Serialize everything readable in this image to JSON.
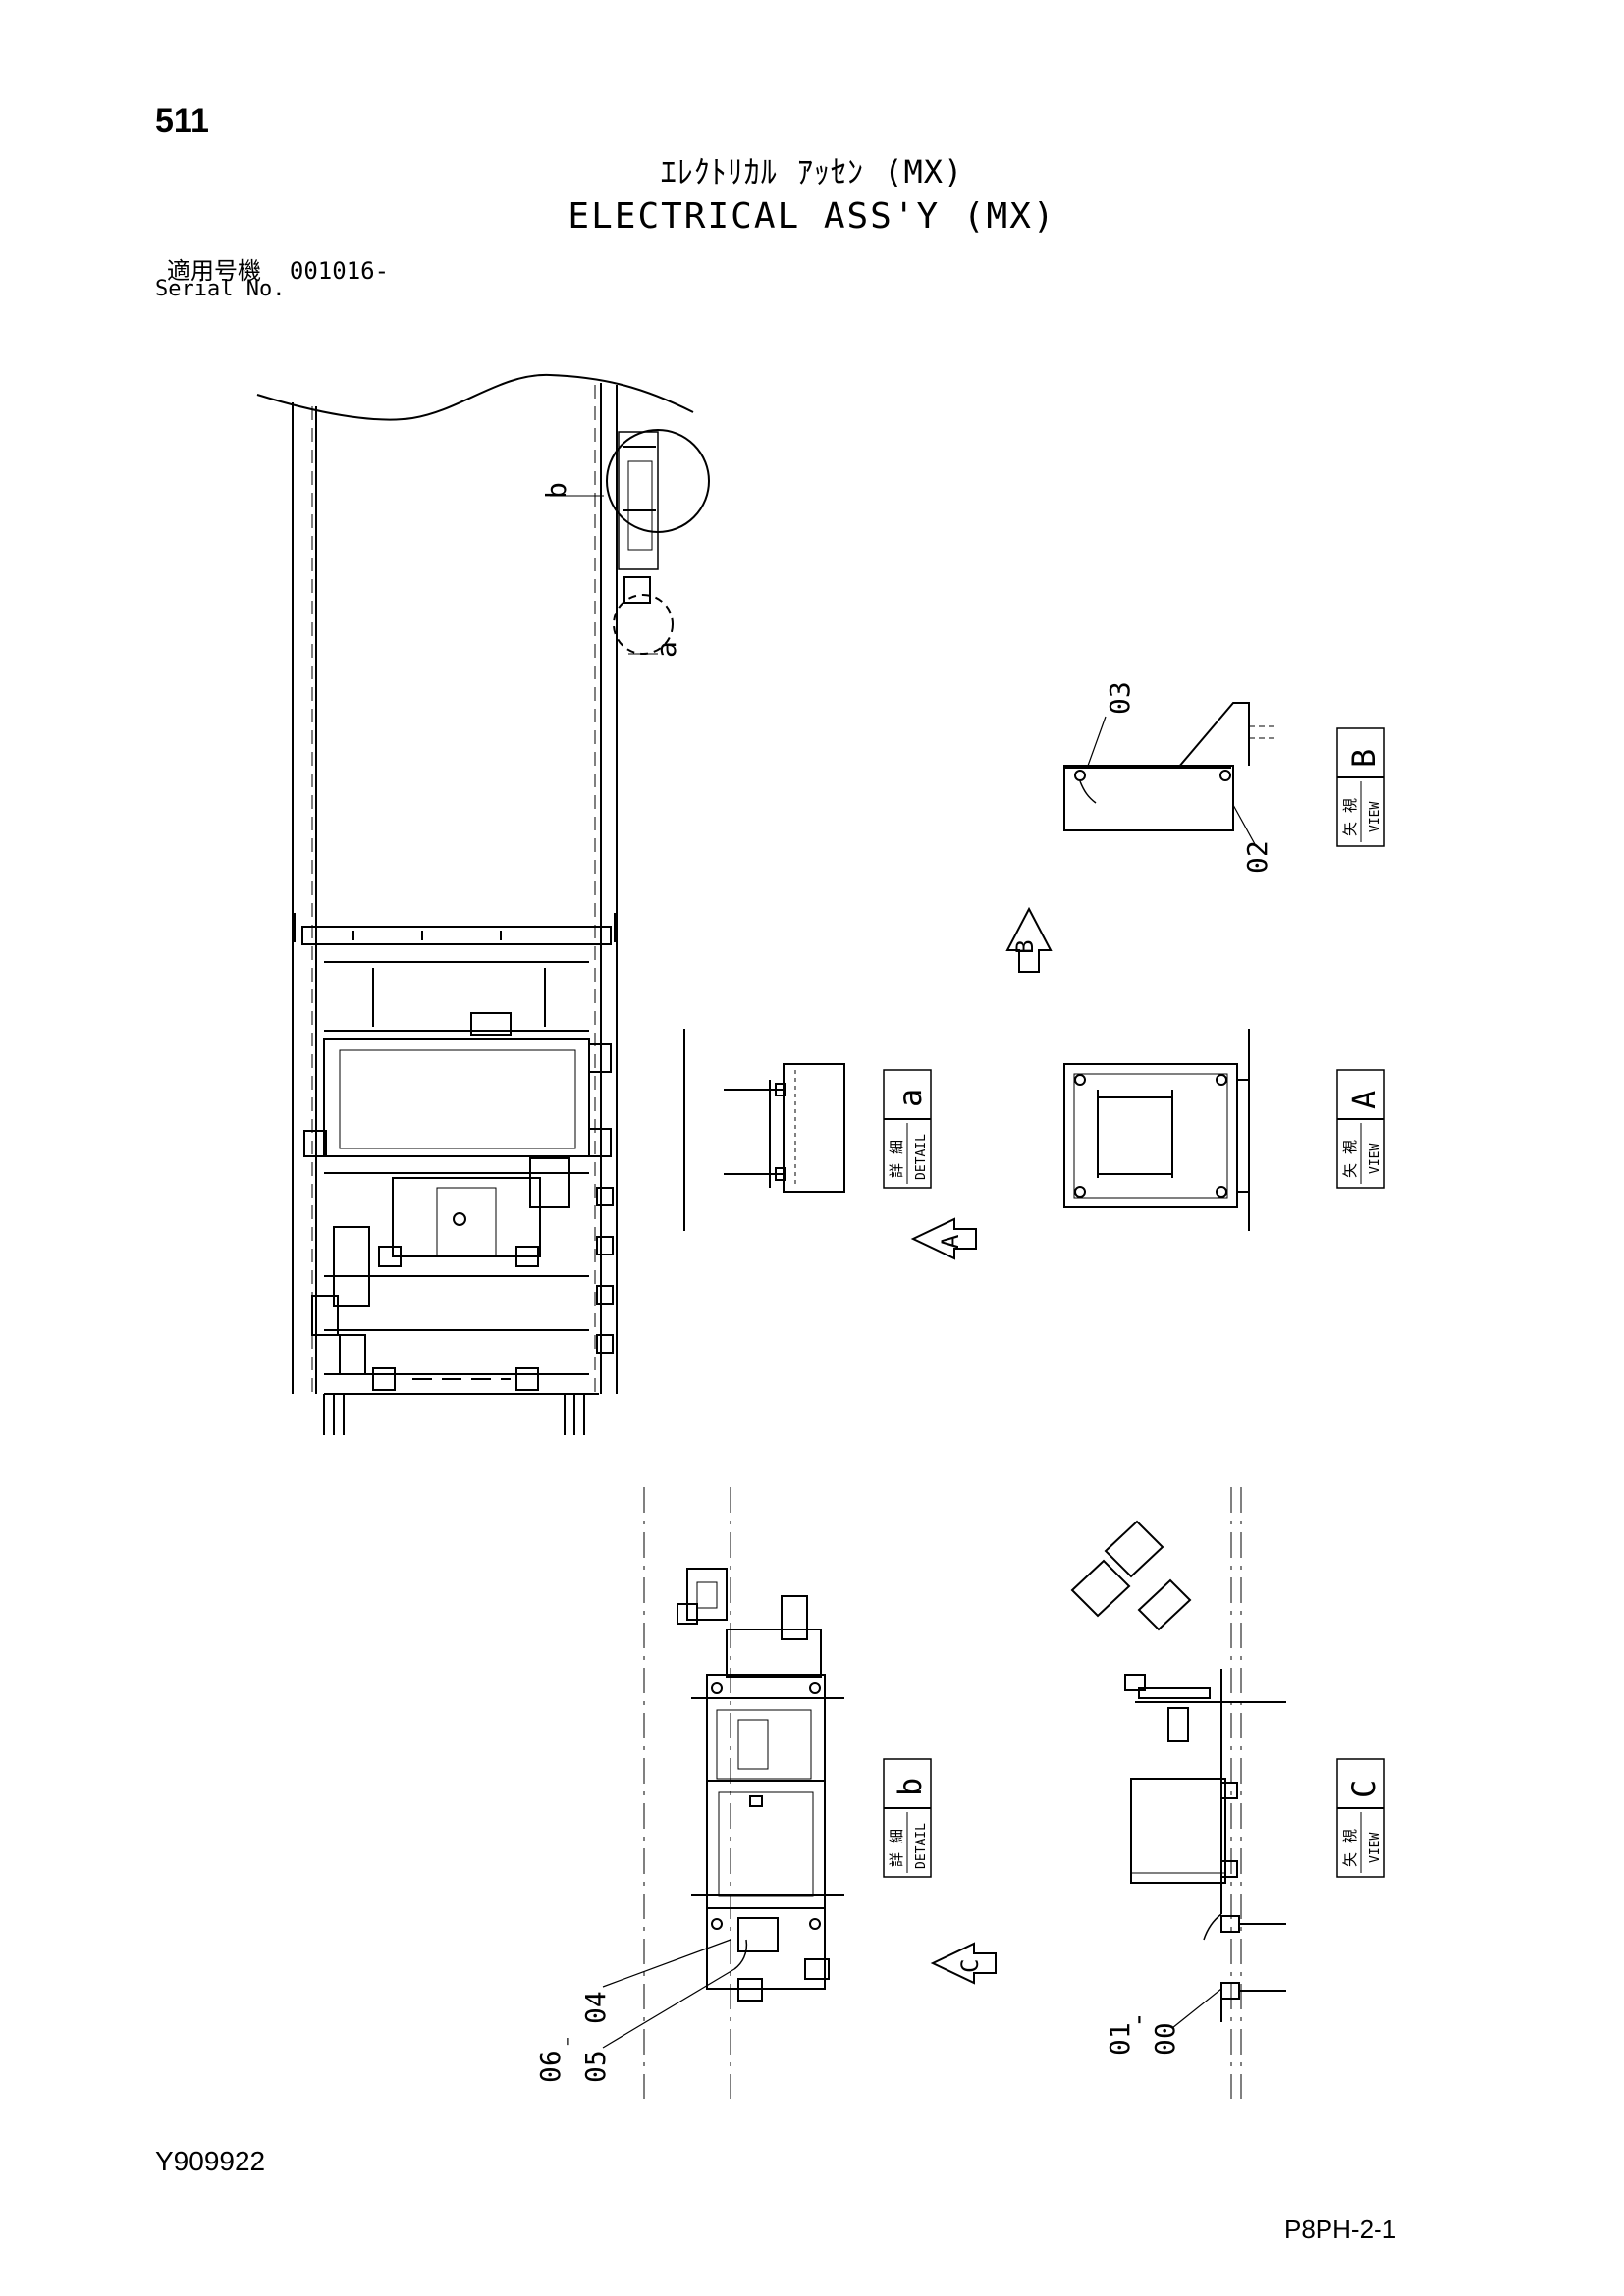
{
  "page_number": "511",
  "title_jp": "ｴﾚｸﾄﾘｶﾙ ｱｯｾﾝ (MX)",
  "title_en": "ELECTRICAL ASS'Y (MX)",
  "serial_label_jp": "適用号機",
  "serial_value": "001016-",
  "serial_label_en": "Serial No.",
  "drawing_code": "Y909922",
  "page_ref": "P8PH-2-1",
  "detail_labels": {
    "detail_a": {
      "jp1": "詳",
      "jp2": "細",
      "en": "DETAIL",
      "letter": "a"
    },
    "detail_b": {
      "jp1": "詳",
      "jp2": "細",
      "en": "DETAIL",
      "letter": "b"
    },
    "view_a": {
      "jp1": "矢",
      "jp2": "視",
      "en": "VIEW",
      "letter": "A"
    },
    "view_b": {
      "jp1": "矢",
      "jp2": "視",
      "en": "VIEW",
      "letter": "B"
    },
    "view_c": {
      "jp1": "矢",
      "jp2": "視",
      "en": "VIEW",
      "letter": "C"
    }
  },
  "callouts": {
    "circle_a": "a",
    "circle_b": "b",
    "arrow_a": "A",
    "arrow_b": "B",
    "arrow_c": "C"
  },
  "part_numbers": {
    "p00": "00",
    "p01": "01",
    "p02": "02",
    "p03": "03",
    "p04": "04",
    "p05": "05",
    "p06": "06",
    "sep_01_00": "-",
    "sep_06_05": "-"
  }
}
